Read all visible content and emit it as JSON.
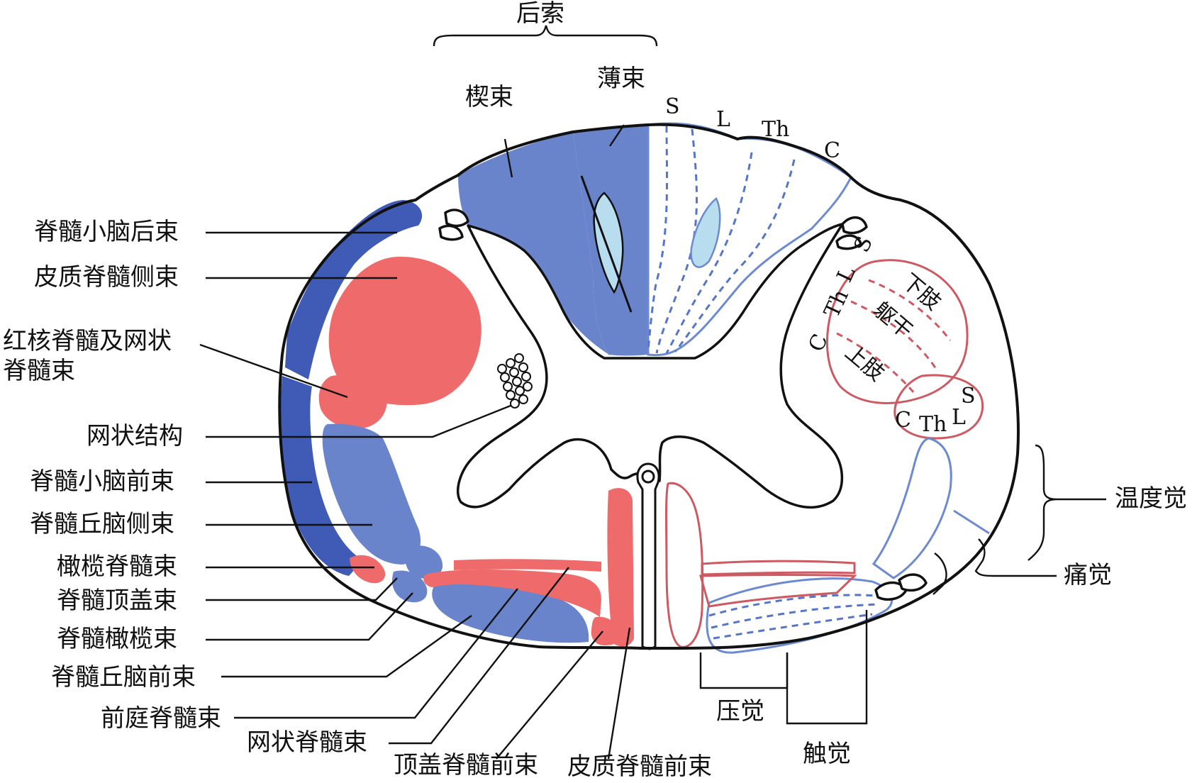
{
  "header": {
    "posterior_funiculus": "后索"
  },
  "dorsal_columns": {
    "cuneate": "楔束",
    "gracile": "薄束"
  },
  "left_labels": [
    "脊髓小脑后束",
    "皮质脊髓侧束",
    "红核脊髓及网状",
    "脊髓束",
    "网状结构",
    "脊髓小脑前束",
    "脊髓丘脑侧束",
    "橄榄脊髓束",
    "脊髓顶盖束",
    "脊髓橄榄束",
    "脊髓丘脑前束",
    "前庭脊髓束"
  ],
  "bottom_labels": [
    "网状脊髓束",
    "顶盖脊髓前束",
    "皮质脊髓前束"
  ],
  "right_labels": {
    "temperature": "温度觉",
    "pain": "痛觉",
    "pressure": "压觉",
    "touch": "触觉"
  },
  "segments_dorsal": {
    "s": "S",
    "l": "L",
    "th": "Th",
    "c": "C"
  },
  "segments_lateral_red": {
    "s": "S",
    "l": "L",
    "th": "Th",
    "c": "C"
  },
  "segments_small": {
    "c": "C",
    "th": "Th",
    "l": "L",
    "s": "S"
  },
  "somatotopy": {
    "lower_limb": "下肢",
    "trunk": "躯干",
    "upper_limb": "上肢"
  },
  "colors": {
    "dark_blue": "#3f5bb5",
    "mid_blue": "#6a84cc",
    "light_blue": "#b8ddef",
    "red": "#ef6b6b",
    "outline": "#111111",
    "line_blue": "#6c8ad2",
    "line_red": "#cd5a62"
  }
}
